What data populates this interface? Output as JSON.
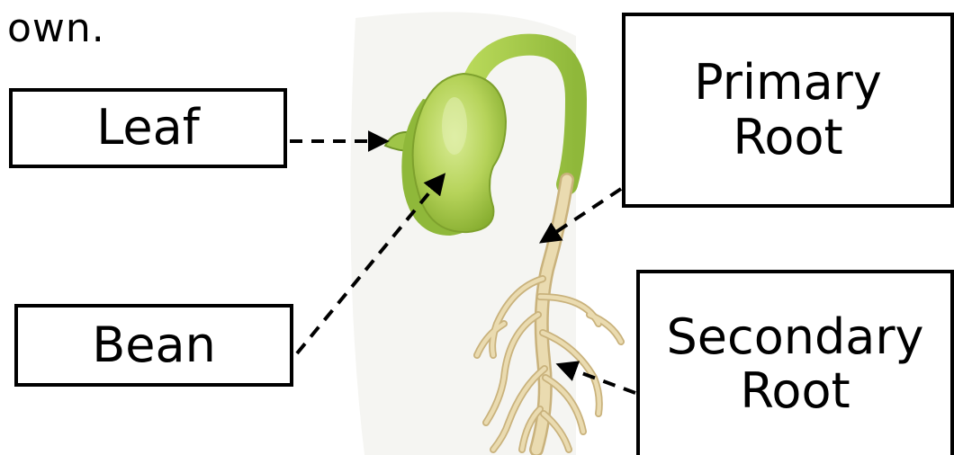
{
  "header": {
    "top_text": "own."
  },
  "labels": {
    "leaf": "Leaf",
    "bean": "Bean",
    "primary_root": "Primary\nRoot",
    "secondary_root": "Secondary\nRoot"
  },
  "colors": {
    "bean_light": "#c7e07a",
    "bean_dark": "#86ad2f",
    "stem": "#a8cc4a",
    "root": "#e8d6a6",
    "root_outline": "#c9b27c",
    "arrow": "#000000"
  }
}
